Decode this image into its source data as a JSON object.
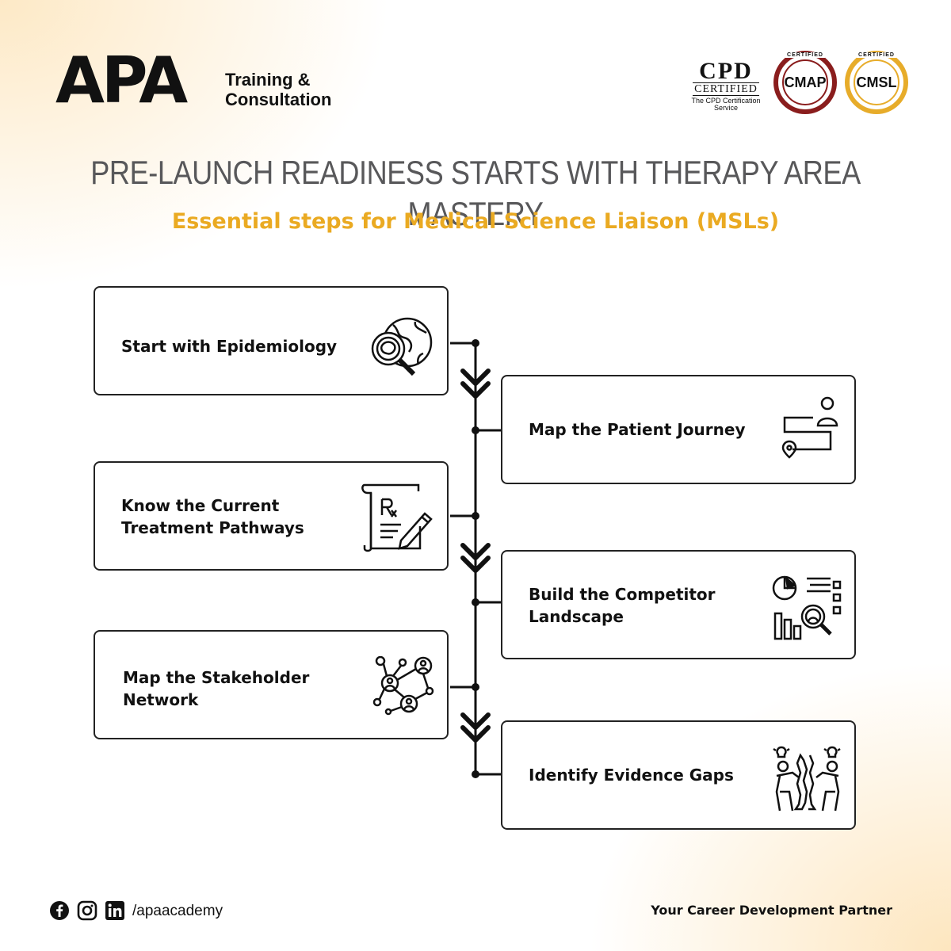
{
  "header": {
    "logo": "APA",
    "logo_subtitle_line1": "Training &",
    "logo_subtitle_line2": "Consultation",
    "certifications": [
      {
        "name": "CPD",
        "line2": "CERTIFIED",
        "line3": "The CPD Certification Service"
      },
      {
        "name": "CMAP",
        "ring_text": "CERTIFIED",
        "color": "#8a1d1d"
      },
      {
        "name": "CMSL",
        "ring_text": "CERTIFIED",
        "color": "#e7ac2a"
      }
    ]
  },
  "title": "PRE-LAUNCH READINESS STARTS WITH THERAPY AREA MASTERY",
  "subtitle": "Essential steps for Medical Science Liaison (MSLs)",
  "steps": [
    {
      "label_line1": "Start with Epidemiology",
      "label_line2": "",
      "icon": "globe-magnifier-icon"
    },
    {
      "label_line1": "Map the Patient Journey",
      "label_line2": "",
      "icon": "patient-journey-icon"
    },
    {
      "label_line1": "Know the Current",
      "label_line2": "Treatment Pathways",
      "icon": "prescription-icon"
    },
    {
      "label_line1": "Build the Competitor",
      "label_line2": "Landscape",
      "icon": "analytics-icon"
    },
    {
      "label_line1": "Map the Stakeholder",
      "label_line2": "Network",
      "icon": "network-icon"
    },
    {
      "label_line1": "Identify Evidence Gaps",
      "label_line2": "",
      "icon": "evidence-gap-icon"
    }
  ],
  "footer": {
    "handle": "/apaacademy",
    "tagline": "Your Career Development Partner",
    "social_icons": [
      "facebook-icon",
      "instagram-icon",
      "linkedin-icon"
    ]
  },
  "colors": {
    "accent": "#eaaa22",
    "title_gray": "#58585a",
    "text": "#111111"
  }
}
